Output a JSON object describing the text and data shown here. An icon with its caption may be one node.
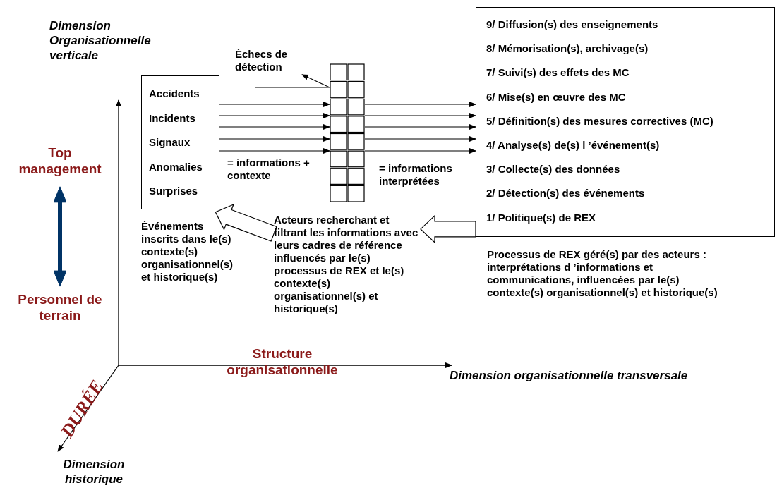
{
  "diagram": {
    "nodes": [
      {
        "text": [
          "Échecs de détection"
        ]
      },
      {
        "text": [
          "9/ Diffusion(s) des enseignements",
          "8/ Mémorisation(s), archivage(s)",
          "7/ Suivi(s) des effets des MC",
          "6/ Mise(s) en œuvre des MC",
          "5/ Définition(s) des mesures correctives (MC)",
          "4/ Analyse(s) de(s) l ’événement(s)",
          "3/ Collecte(s) des données",
          "2/ Détection(s) des événements",
          "1/ Politique(s) de REX"
        ],
        "beside": [
          "Processus de REX géré(s) par des acteurs : interprétations d ’informations et communications, influencées par le(s) contexte(s) organisationnel(s) et historique(s)"
        ]
      },
      {
        "text": [
          "Accidents",
          "Incidents",
          "Signaux",
          "Anomalies",
          "Surprises"
        ],
        "beside": [
          "Événements inscrits dans le(s) contexte(s) organisationnel(s) et historique(s)"
        ]
      },
      {
        "text": [],
        "shape": "grid"
      },
      {
        "text": [
          "Top management"
        ]
      },
      {
        "text": [
          "Acteurs recherchant et filtrant les informations avec leurs cadres de référence influencés par le(s) processus de REX et le(s) contexte(s) organisationnel(s) et historique(s)"
        ]
      },
      {
        "text": [
          "Personnel de terrain"
        ]
      }
    ],
    "edges": [
      {
        "from": null,
        "to": 0,
        "arrow": "to"
      },
      {
        "from": 2,
        "to": 3,
        "arrow": "to"
      },
      {
        "from": 2,
        "to": 3,
        "arrow": "to"
      },
      {
        "from": 2,
        "to": 3,
        "arrow": "to"
      },
      {
        "from": 2,
        "to": 3,
        "arrow": "to"
      },
      {
        "from": 2,
        "to": 3,
        "arrow": "to"
      },
      {
        "from": 3,
        "to": 1,
        "arrow": "to"
      },
      {
        "from": 3,
        "to": 1,
        "arrow": "to"
      },
      {
        "from": 3,
        "to": 1,
        "arrow": "to"
      },
      {
        "from": 3,
        "to": 1,
        "arrow": "to"
      },
      {
        "from": 3,
        "to": 1,
        "arrow": "to"
      },
      {
        "from": 1,
        "to": 5,
        "arrow": "to",
        "style": "thick"
      },
      {
        "from": 5,
        "to": 2,
        "arrow": "to",
        "style": "thick"
      },
      {
        "from": 4,
        "to": 6,
        "arrow": "both",
        "style": "thick",
        "color": "#003366"
      }
    ],
    "labels": [
      "Dimension Organisationnelle verticale",
      "= informations + contexte",
      "= informations interprétées",
      "Structure organisationnelle",
      "Dimension organisationnelle transversale",
      "DURÉE",
      "Dimension historique"
    ]
  }
}
